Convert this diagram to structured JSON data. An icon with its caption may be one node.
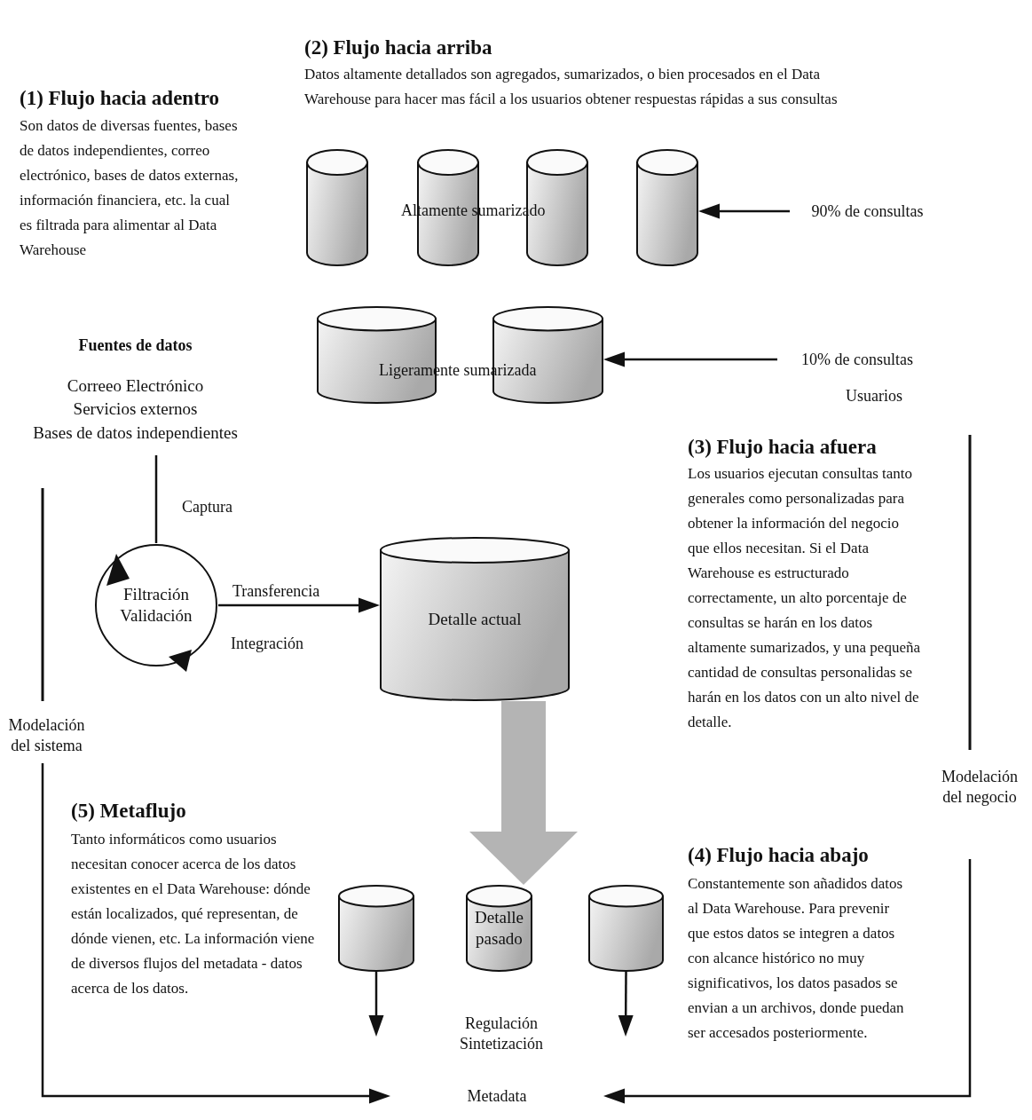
{
  "diagram": {
    "nodes": [
      {
        "text": [],
        "shape": "cylinder"
      },
      {
        "text": [],
        "shape": "cylinder"
      },
      {
        "text": [],
        "shape": "cylinder"
      },
      {
        "text": [],
        "shape": "cylinder"
      },
      {
        "text": [],
        "shape": "cylinder"
      },
      {
        "text": [],
        "shape": "cylinder"
      },
      {
        "text": [
          "90% de consultas"
        ]
      },
      {
        "text": [
          "10% de consultas"
        ]
      },
      {
        "text": [
          "Filtración Validación"
        ]
      },
      {
        "text": [
          "Fuentes de datos",
          "Correeo Electrónico",
          "Servicios externos",
          "Bases de datos independientes"
        ]
      },
      {
        "text": [
          "Detalle actual"
        ]
      },
      {
        "text": [],
        "shape": "cylinder"
      },
      {
        "text": [
          "Detalle pasado"
        ]
      },
      {
        "text": [],
        "shape": "cylinder"
      },
      {
        "text": [
          "Metadata"
        ]
      }
    ],
    "edges": [
      {
        "from": 6,
        "to": 3,
        "arrow": "to"
      },
      {
        "from": 7,
        "to": 5,
        "arrow": "to"
      },
      {
        "from": 9,
        "to": 8,
        "arrow": "none",
        "label": "Captura"
      },
      {
        "from": 8,
        "to": 10,
        "arrow": "to",
        "label": "Transferencia"
      },
      {
        "from": 10,
        "to": 12,
        "arrow": "to",
        "style": "thick",
        "color": "#b4b4b4"
      },
      {
        "from": 11,
        "to": null,
        "arrow": "to"
      },
      {
        "from": 13,
        "to": null,
        "arrow": "to"
      },
      {
        "from": null,
        "to": 14,
        "arrow": "to"
      },
      {
        "from": null,
        "to": 14,
        "arrow": "to"
      }
    ],
    "labels": [
      "(2) Flujo hacia arriba",
      "Datos altamente detallados son agregados, sumarizados, o bien procesados en el Data Warehouse para hacer mas fácil a los usuarios obtener respuestas rápidas a sus consultas",
      "(1) Flujo hacia adentro",
      "Son datos de diversas fuentes, bases de datos independientes,  correo electrónico, bases de datos externas, información financiera, etc. la cual es filtrada para alimentar al Data Warehouse",
      "Altamente sumarizado",
      "Ligeramente sumarizada",
      "Usuarios",
      "(3) Flujo hacia afuera",
      "Los usuarios ejecutan consultas tanto generales como personalizadas para obtener la información del negocio que ellos necesitan. Si el Data Warehouse es estructurado correctamente, un alto porcentaje de consultas se harán en los datos altamente sumarizados, y una  pequeña cantidad de consultas personalidas se harán en los datos con un alto nivel de detalle.",
      "Integración",
      "Modelación del sistema",
      "Modelación del negocio",
      "(5) Metaflujo",
      "Tanto informáticos como usuarios necesitan conocer acerca de los datos existentes en el Data Warehouse: dónde están localizados, qué representan, de dónde vienen, etc. La información viene de diversos flujos del metadata - datos acerca de los datos.",
      "(4) Flujo hacia abajo",
      "Constantemente son añadidos datos al Data Warehouse. Para prevenir que estos datos se integren a datos con alcance histórico no  muy significativos, los datos pasados se envian a un archivos, donde puedan ser accesados posteriormente.",
      "Regulación Sintetización"
    ]
  }
}
